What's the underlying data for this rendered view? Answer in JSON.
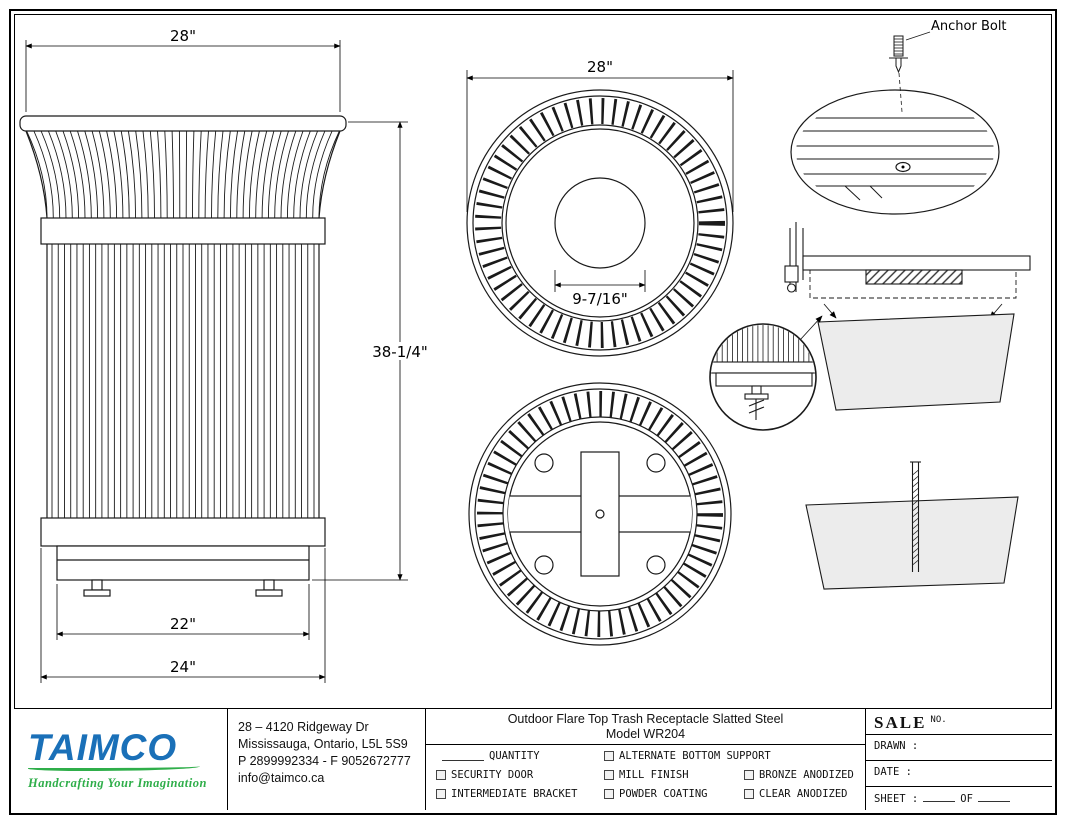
{
  "drawing": {
    "front": {
      "dim_top_width": "28\"",
      "dim_height": "38-1/4\"",
      "dim_base_width": "22\"",
      "dim_overall_width": "24\""
    },
    "top": {
      "dim_diameter": "28\"",
      "dim_opening": "9-7/16\""
    },
    "anchor_label": "Anchor Bolt"
  },
  "title_block": {
    "logo": {
      "name": "TAIMCO",
      "tagline": "Handcrafting Your Imagination"
    },
    "address": [
      "28 – 4120 Ridgeway Dr",
      "Mississauga, Ontario, L5L 5S9",
      "P 2899992334 - F 9052672777",
      "info@taimco.ca"
    ],
    "drawing_title": {
      "line1": "Outdoor Flare Top Trash Receptacle Slatted Steel",
      "line2": "Model WR204"
    },
    "options": {
      "quantity": "QUANTITY",
      "items": [
        "SECURITY DOOR",
        "INTERMEDIATE BRACKET",
        "ALTERNATE BOTTOM SUPPORT",
        "MILL FINISH",
        "POWDER COATING",
        "BRONZE ANODIZED",
        "CLEAR ANODIZED"
      ]
    },
    "fields": {
      "sale": "SALE",
      "sale_no": "NO.",
      "drawn": "DRAWN :",
      "date": "DATE :",
      "sheet": "SHEET :",
      "of": "OF"
    }
  },
  "colors": {
    "logo_blue": "#1a70b8",
    "logo_green": "#2fae4a",
    "concrete_gray": "#ececec"
  }
}
